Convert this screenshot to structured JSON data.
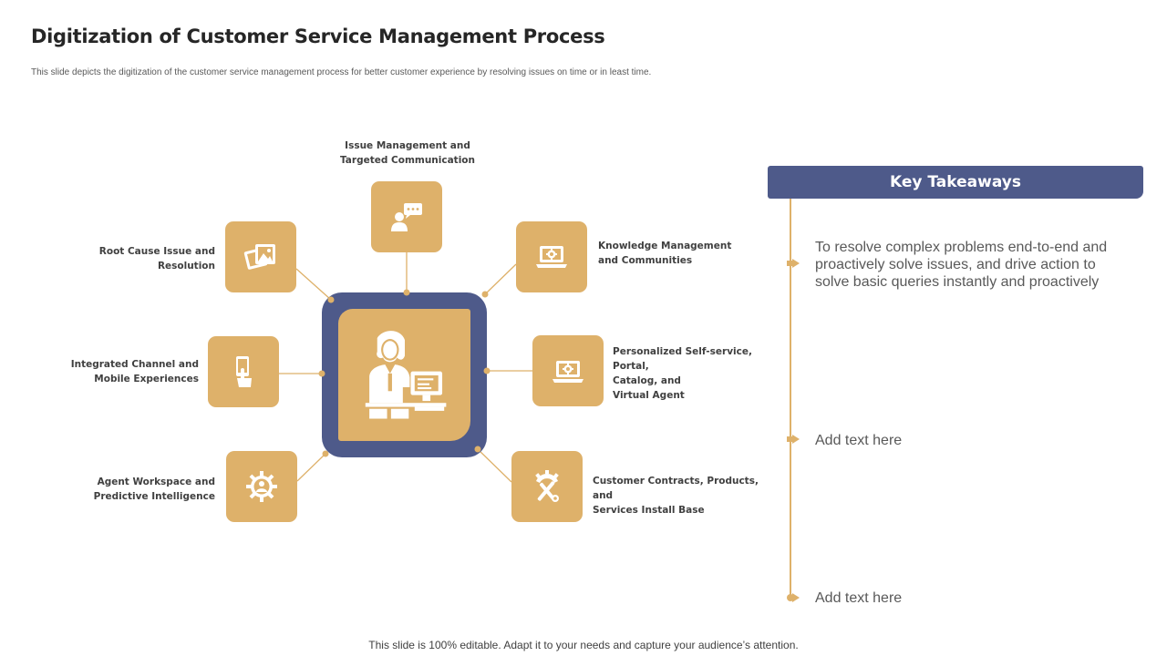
{
  "title": "Digitization of Customer Service Management Process",
  "subtitle": "This slide depicts the digitization of the customer service management process for better customer experience by resolving issues on time or in least time.",
  "footer": "This slide is 100% editable. Adapt it to your needs and capture your audience’s attention.",
  "colors": {
    "accent": "#DEB16A",
    "navy": "#4E5A8A",
    "text": "#404040"
  },
  "diagram": {
    "center_icon": "customer-service-agent-icon",
    "nodes": [
      {
        "icon": "chat-user-icon",
        "label": "Issue Management and\nTargeted Communication"
      },
      {
        "icon": "photos-icon",
        "label": "Root Cause Issue and\nResolution"
      },
      {
        "icon": "laptop-gear-icon",
        "label": "Knowledge Management\nand Communities"
      },
      {
        "icon": "mobile-touch-icon",
        "label": "Integrated Channel and\nMobile Experiences"
      },
      {
        "icon": "laptop-settings-icon",
        "label": "Personalized Self-service, Portal,\nCatalog, and\nVirtual Agent"
      },
      {
        "icon": "gear-person-icon",
        "label": "Agent Workspace and\nPredictive Intelligence"
      },
      {
        "icon": "tools-gear-icon",
        "label": "Customer Contracts, Products, and\nServices Install Base"
      }
    ]
  },
  "takeaways": {
    "header": "Key Takeaways",
    "items": [
      "To resolve complex problems end-to-end and proactively solve issues, and drive action to solve basic queries instantly and proactively",
      "Add text here",
      "Add text here"
    ]
  }
}
